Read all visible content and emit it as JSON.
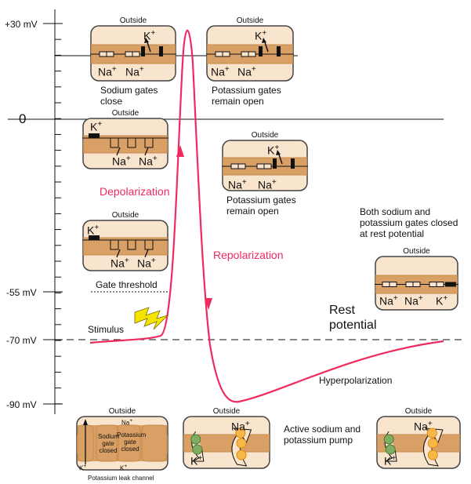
{
  "axis": {
    "ticks": [
      {
        "label": "+30 mV",
        "value": 30
      },
      {
        "label": "0",
        "value": 0
      },
      {
        "label": "-55 mV",
        "value": -55
      },
      {
        "label": "-70 mV",
        "value": -70
      },
      {
        "label": "-90 mV",
        "value": -90
      }
    ]
  },
  "phases": {
    "depolarization": "Depolarization",
    "repolarization": "Repolarization",
    "hyperpolarization": "Hyperpolarization",
    "rest": "Rest potential",
    "threshold": "Gate threshold",
    "stimulus": "Stimulus"
  },
  "outside": "Outside",
  "ions": {
    "na": "Na",
    "k": "K",
    "plus": "+"
  },
  "captions": {
    "sodium_close": "Sodium gates close",
    "potassium_open_top": "Potassium gates remain open",
    "potassium_open_mid": "Potassium gates remain open",
    "both_closed": "Both sodium and potassium gates closed at rest potential",
    "pump": "Active sodium and potassium pump",
    "leak": "Potassium leak channel",
    "sodium_gate_closed": "Sodium gate closed",
    "potassium_gate_closed": "Potassium gate closed"
  },
  "colors": {
    "curve": "#ee2a5e",
    "box": "#f9e4cd",
    "membrane": "#d9a066",
    "bolt": "#f5e400"
  }
}
